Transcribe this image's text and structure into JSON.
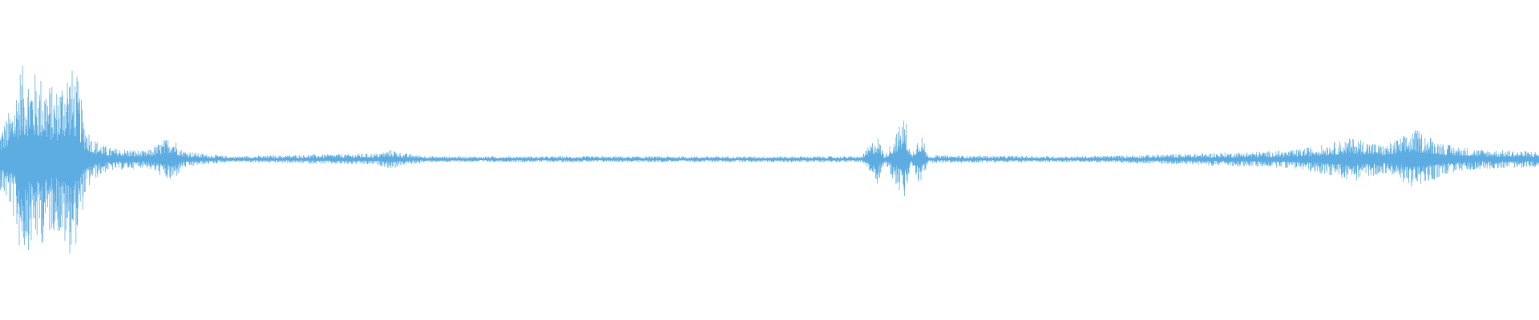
{
  "waveform": {
    "color": "#5DADE2",
    "background": "#FFFFFF",
    "amplitude_profile": [
      {
        "t": 0.0,
        "a": 0.3
      },
      {
        "t": 0.008,
        "a": 0.55
      },
      {
        "t": 0.013,
        "a": 0.95
      },
      {
        "t": 0.02,
        "a": 0.9
      },
      {
        "t": 0.028,
        "a": 0.85
      },
      {
        "t": 0.036,
        "a": 0.7
      },
      {
        "t": 0.044,
        "a": 0.98
      },
      {
        "t": 0.05,
        "a": 0.85
      },
      {
        "t": 0.055,
        "a": 0.4
      },
      {
        "t": 0.06,
        "a": 0.22
      },
      {
        "t": 0.07,
        "a": 0.12
      },
      {
        "t": 0.085,
        "a": 0.1
      },
      {
        "t": 0.095,
        "a": 0.08
      },
      {
        "t": 0.105,
        "a": 0.18
      },
      {
        "t": 0.112,
        "a": 0.25
      },
      {
        "t": 0.118,
        "a": 0.1
      },
      {
        "t": 0.13,
        "a": 0.06
      },
      {
        "t": 0.15,
        "a": 0.03
      },
      {
        "t": 0.245,
        "a": 0.06
      },
      {
        "t": 0.255,
        "a": 0.1
      },
      {
        "t": 0.262,
        "a": 0.06
      },
      {
        "t": 0.28,
        "a": 0.03
      },
      {
        "t": 0.56,
        "a": 0.03
      },
      {
        "t": 0.57,
        "a": 0.25
      },
      {
        "t": 0.575,
        "a": 0.04
      },
      {
        "t": 0.588,
        "a": 0.45
      },
      {
        "t": 0.592,
        "a": 0.04
      },
      {
        "t": 0.598,
        "a": 0.3
      },
      {
        "t": 0.603,
        "a": 0.04
      },
      {
        "t": 0.7,
        "a": 0.03
      },
      {
        "t": 0.76,
        "a": 0.05
      },
      {
        "t": 0.8,
        "a": 0.07
      },
      {
        "t": 0.84,
        "a": 0.09
      },
      {
        "t": 0.86,
        "a": 0.15
      },
      {
        "t": 0.88,
        "a": 0.22
      },
      {
        "t": 0.9,
        "a": 0.14
      },
      {
        "t": 0.92,
        "a": 0.3
      },
      {
        "t": 0.94,
        "a": 0.15
      },
      {
        "t": 0.96,
        "a": 0.1
      },
      {
        "t": 1.0,
        "a": 0.08
      }
    ]
  }
}
